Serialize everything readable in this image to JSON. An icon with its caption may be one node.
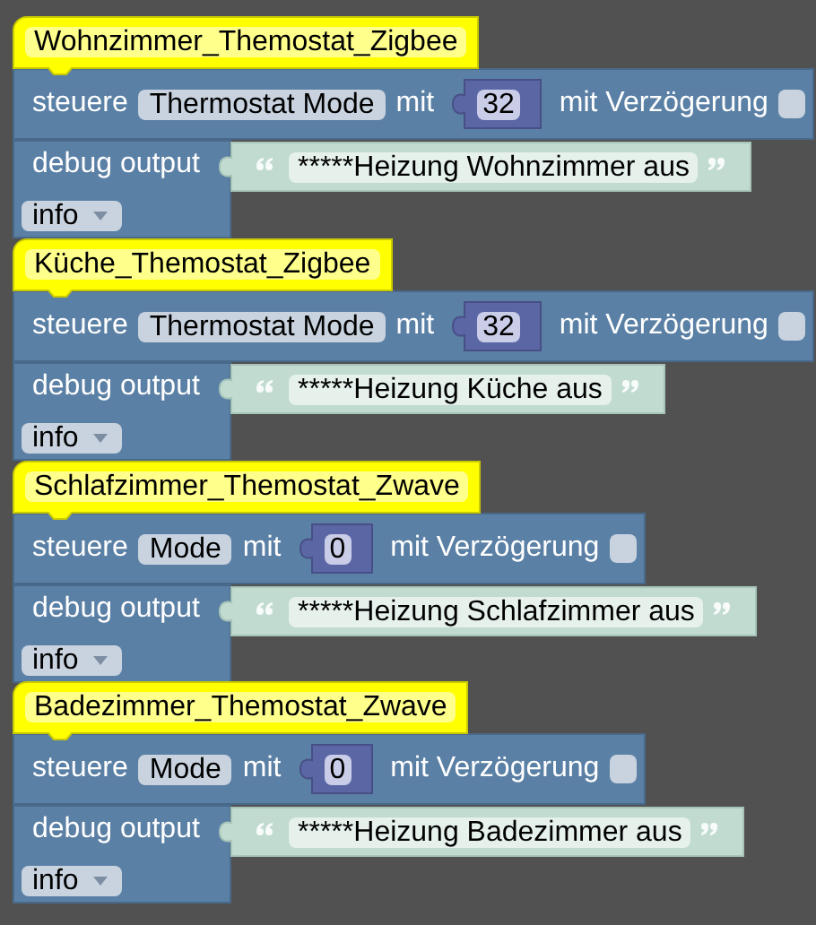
{
  "diagram": {
    "nodes": [
      {
        "text": [
          "Wohnzimmer_Themostat_Zigbee"
        ]
      },
      {
        "text": [
          "steuere",
          "mit",
          "mit Verzögerung"
        ]
      },
      {
        "text": [
          "Thermostat Mode"
        ],
        "in": 1
      },
      {
        "text": [
          "32"
        ],
        "in": 1
      },
      {
        "text": [
          "debug output"
        ]
      },
      {
        "text": [
          "*****Heizung Wohnzimmer aus"
        ]
      },
      {
        "text": [
          "info"
        ],
        "in": 4
      },
      {
        "text": [
          "Küche_Themostat_Zigbee"
        ]
      },
      {
        "text": [
          "steuere",
          "mit",
          "mit Verzögerung"
        ]
      },
      {
        "text": [
          "Thermostat Mode"
        ],
        "in": 8
      },
      {
        "text": [
          "32"
        ],
        "in": 8
      },
      {
        "text": [
          "debug output"
        ]
      },
      {
        "text": [
          "*****Heizung Küche aus"
        ]
      },
      {
        "text": [
          "info"
        ],
        "in": 11
      },
      {
        "text": [
          "Schlafzimmer_Themostat_Zwave"
        ]
      },
      {
        "text": [
          "steuere",
          "mit",
          "mit Verzögerung"
        ]
      },
      {
        "text": [
          "Mode"
        ],
        "in": 15
      },
      {
        "text": [
          "0"
        ],
        "in": 15
      },
      {
        "text": [
          "debug output"
        ]
      },
      {
        "text": [
          "*****Heizung Schlafzimmer aus"
        ]
      },
      {
        "text": [
          "info"
        ],
        "in": 18
      },
      {
        "text": [
          "Badezimmer_Themostat_Zwave"
        ]
      },
      {
        "text": [
          "steuere",
          "mit",
          "mit Verzögerung"
        ]
      },
      {
        "text": [
          "Mode"
        ],
        "in": 22
      },
      {
        "text": [
          "0"
        ],
        "in": 22
      },
      {
        "text": [
          "debug output"
        ]
      },
      {
        "text": [
          "*****Heizung Badezimmer aus"
        ]
      },
      {
        "text": [
          "info"
        ],
        "in": 25
      }
    ]
  }
}
